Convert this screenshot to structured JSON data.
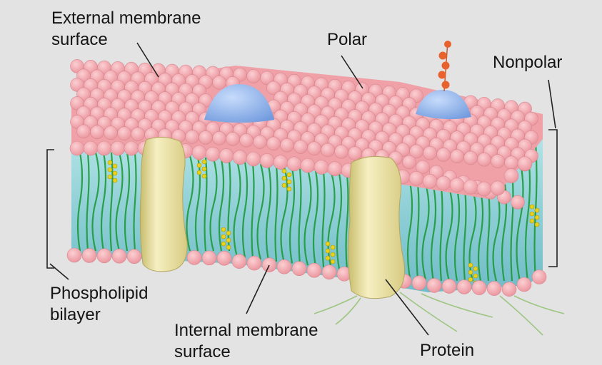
{
  "labels": {
    "external_line1": "External membrane",
    "external_line2": "surface",
    "polar": "Polar",
    "nonpolar": "Nonpolar",
    "phospholipid_line1": "Phospholipid",
    "phospholipid_line2": "bilayer",
    "internal_line1": "Internal membrane",
    "internal_line2": "surface",
    "protein": "Protein"
  },
  "colors": {
    "background": "#e3e3e3",
    "phospholipid_head": "#f4a7ad",
    "bilayer_interior": "#9fd8dc",
    "fatty_acid_tail": "#1f9a3a",
    "protein": "#efe4a6",
    "surface_protein": "#8fb3ea",
    "cholesterol": "#e9d21a",
    "carbohydrate_chain": "#e8622e"
  }
}
